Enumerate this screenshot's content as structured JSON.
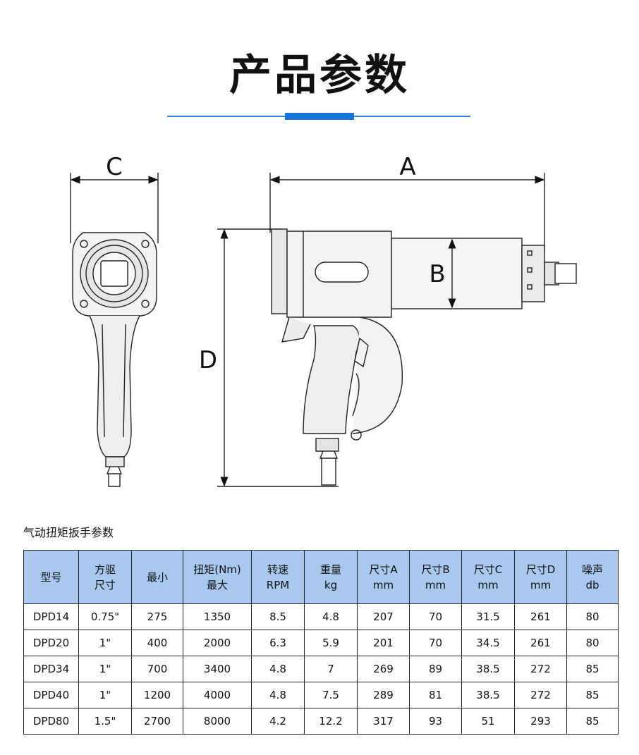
{
  "header": {
    "title": "产品参数"
  },
  "diagram": {
    "labels": {
      "a": "A",
      "b": "B",
      "c": "C",
      "d": "D"
    }
  },
  "table": {
    "caption": "气动扭矩扳手参数",
    "headers": [
      {
        "line1": "型号",
        "line2": ""
      },
      {
        "line1": "方驱",
        "line2": "尺寸"
      },
      {
        "line1": "最小",
        "line2": ""
      },
      {
        "line1": "扭矩(Nm)",
        "line2": "最大"
      },
      {
        "line1": "转速",
        "line2": "RPM"
      },
      {
        "line1": "重量",
        "line2": "kg"
      },
      {
        "line1": "尺寸A",
        "line2": "mm"
      },
      {
        "line1": "尺寸B",
        "line2": "mm"
      },
      {
        "line1": "尺寸C",
        "line2": "mm"
      },
      {
        "line1": "尺寸D",
        "line2": "mm"
      },
      {
        "line1": "噪声",
        "line2": "db"
      }
    ],
    "rows": [
      [
        "DPD14",
        "0.75\"",
        "275",
        "1350",
        "8.5",
        "4.8",
        "207",
        "70",
        "31.5",
        "261",
        "80"
      ],
      [
        "DPD20",
        "1\"",
        "400",
        "2000",
        "6.3",
        "5.9",
        "201",
        "70",
        "34.5",
        "261",
        "80"
      ],
      [
        "DPD34",
        "1\"",
        "700",
        "3400",
        "4.8",
        "7",
        "269",
        "89",
        "38.5",
        "272",
        "85"
      ],
      [
        "DPD40",
        "1\"",
        "1200",
        "4000",
        "4.8",
        "7.5",
        "289",
        "81",
        "38.5",
        "272",
        "85"
      ],
      [
        "DPD80",
        "1.5\"",
        "2700",
        "8000",
        "4.2",
        "12.2",
        "317",
        "93",
        "51",
        "293",
        "85"
      ]
    ]
  }
}
